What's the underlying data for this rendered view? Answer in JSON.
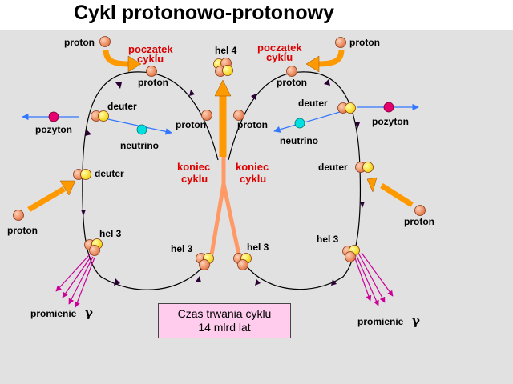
{
  "title": "Cykl protonowo-protonowy",
  "labels": {
    "proton": "proton",
    "deuter": "deuter",
    "pozyton": "pozyton",
    "neutrino": "neutrino",
    "hel3": "hel 3",
    "hel4": "hel 4",
    "promienie": "promienie",
    "gamma": "γ",
    "poczatek_line1": "początek",
    "poczatek_line2": "cyklu",
    "koniec_line1": "koniec",
    "koniec_line2": "cyklu"
  },
  "duration": {
    "line1": "Czas  trwania cyklu",
    "line2": "14 mlrd lat"
  },
  "colors": {
    "proton": "#f08a5a",
    "neutron": "#ffe800",
    "positron": "#e6006f",
    "neutrino": "#00e0e0",
    "orange_arrow": "#ff9900",
    "start_label": "#dd0000",
    "gamma_rays": "#cc0099",
    "particle_arrow": "#3377ff",
    "duration_box": "#ffccee",
    "background": "#e1e1e1"
  }
}
